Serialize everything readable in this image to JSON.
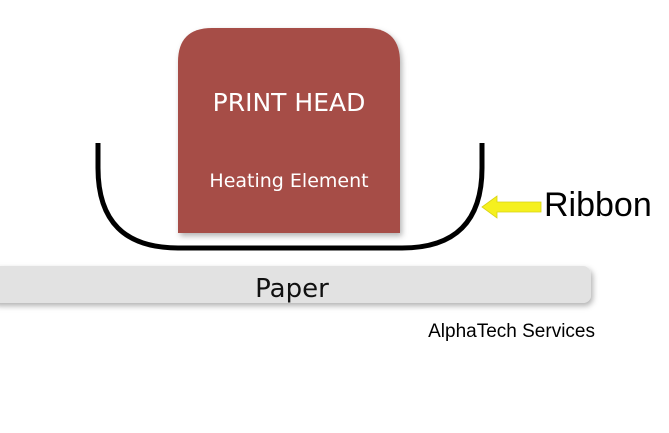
{
  "print_head": {
    "title": "PRINT HEAD",
    "subtitle": "Heating Element"
  },
  "ribbon": {
    "label": "Ribbon"
  },
  "paper": {
    "label": "Paper"
  },
  "credit": {
    "text": "AlphaTech Services"
  },
  "colors": {
    "print_head_fill": "#a64d47",
    "paper_fill": "#e2e2e2",
    "ribbon_stroke": "#000000",
    "arrow_fill": "#f5f01e",
    "text_dark": "#000000",
    "text_light": "#ffffff"
  },
  "icons": {
    "ribbon_pointer": "yellow-left-arrow-icon"
  }
}
